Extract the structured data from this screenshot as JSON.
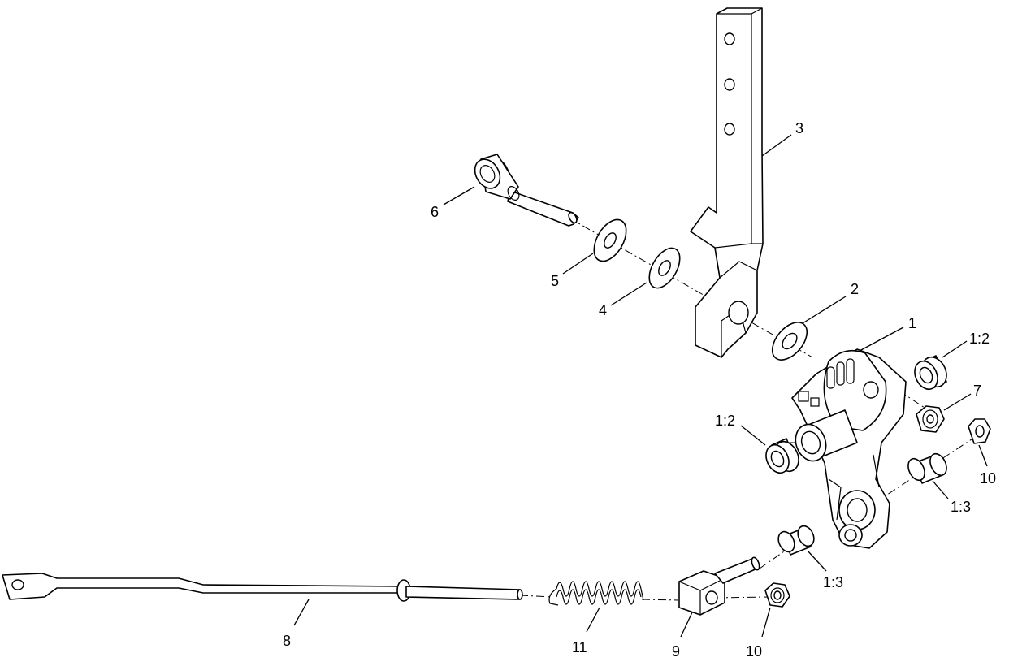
{
  "callouts": {
    "c1": "1",
    "c2": "2",
    "c3": "3",
    "c4": "4",
    "c5": "5",
    "c6": "6",
    "c7": "7",
    "c8": "8",
    "c9": "9",
    "c10a": "10",
    "c10b": "10",
    "c11": "11",
    "c12a": "1:2",
    "c12b": "1:2",
    "c13a": "1:3",
    "c13b": "1:3"
  }
}
